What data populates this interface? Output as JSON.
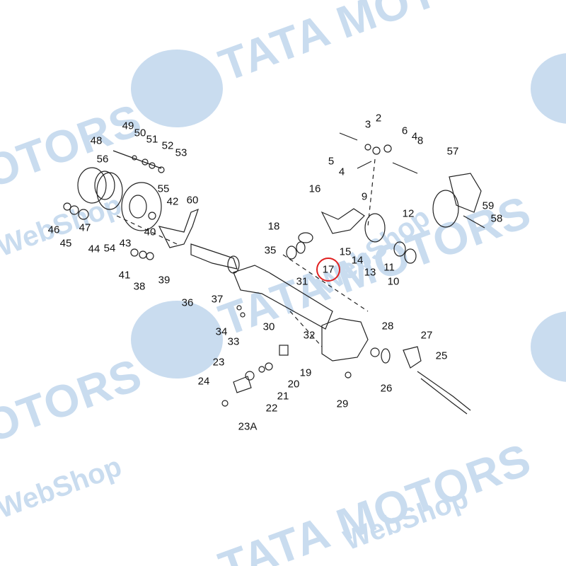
{
  "watermark": {
    "brand": "TATA MOTORS",
    "sub": "WebShop",
    "color": "#c9dcef"
  },
  "highlight": {
    "part": "17",
    "color": "#e02020"
  },
  "callouts": [
    "2",
    "3",
    "4",
    "5",
    "6",
    "4",
    "8",
    "9",
    "16",
    "12",
    "15",
    "14",
    "13",
    "11",
    "10",
    "57",
    "59",
    "58",
    "17",
    "18",
    "35",
    "31",
    "30",
    "32",
    "28",
    "27",
    "25",
    "26",
    "19",
    "20",
    "21",
    "22",
    "23",
    "23A",
    "24",
    "29",
    "33",
    "34",
    "36",
    "37",
    "38",
    "39",
    "40",
    "41",
    "42",
    "43",
    "44",
    "45",
    "46",
    "47",
    "48",
    "49",
    "50",
    "51",
    "52",
    "53",
    "54",
    "55",
    "56",
    "60"
  ]
}
